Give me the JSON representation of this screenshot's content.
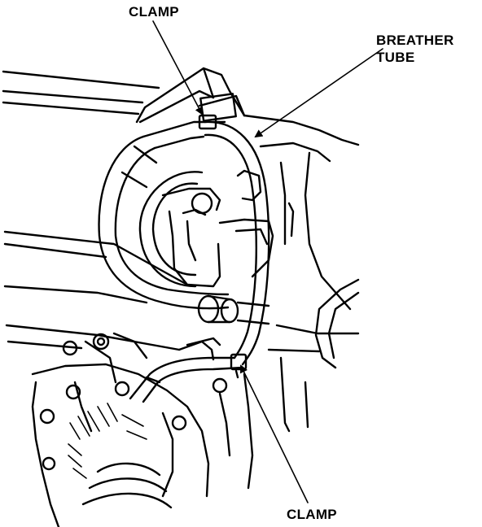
{
  "labels": {
    "clamp_top": "CLAMP",
    "breather_line1": "BREATHER",
    "breather_line2": "TUBE",
    "clamp_bottom": "CLAMP"
  },
  "colors": {
    "line": "#000000",
    "background": "#ffffff"
  }
}
